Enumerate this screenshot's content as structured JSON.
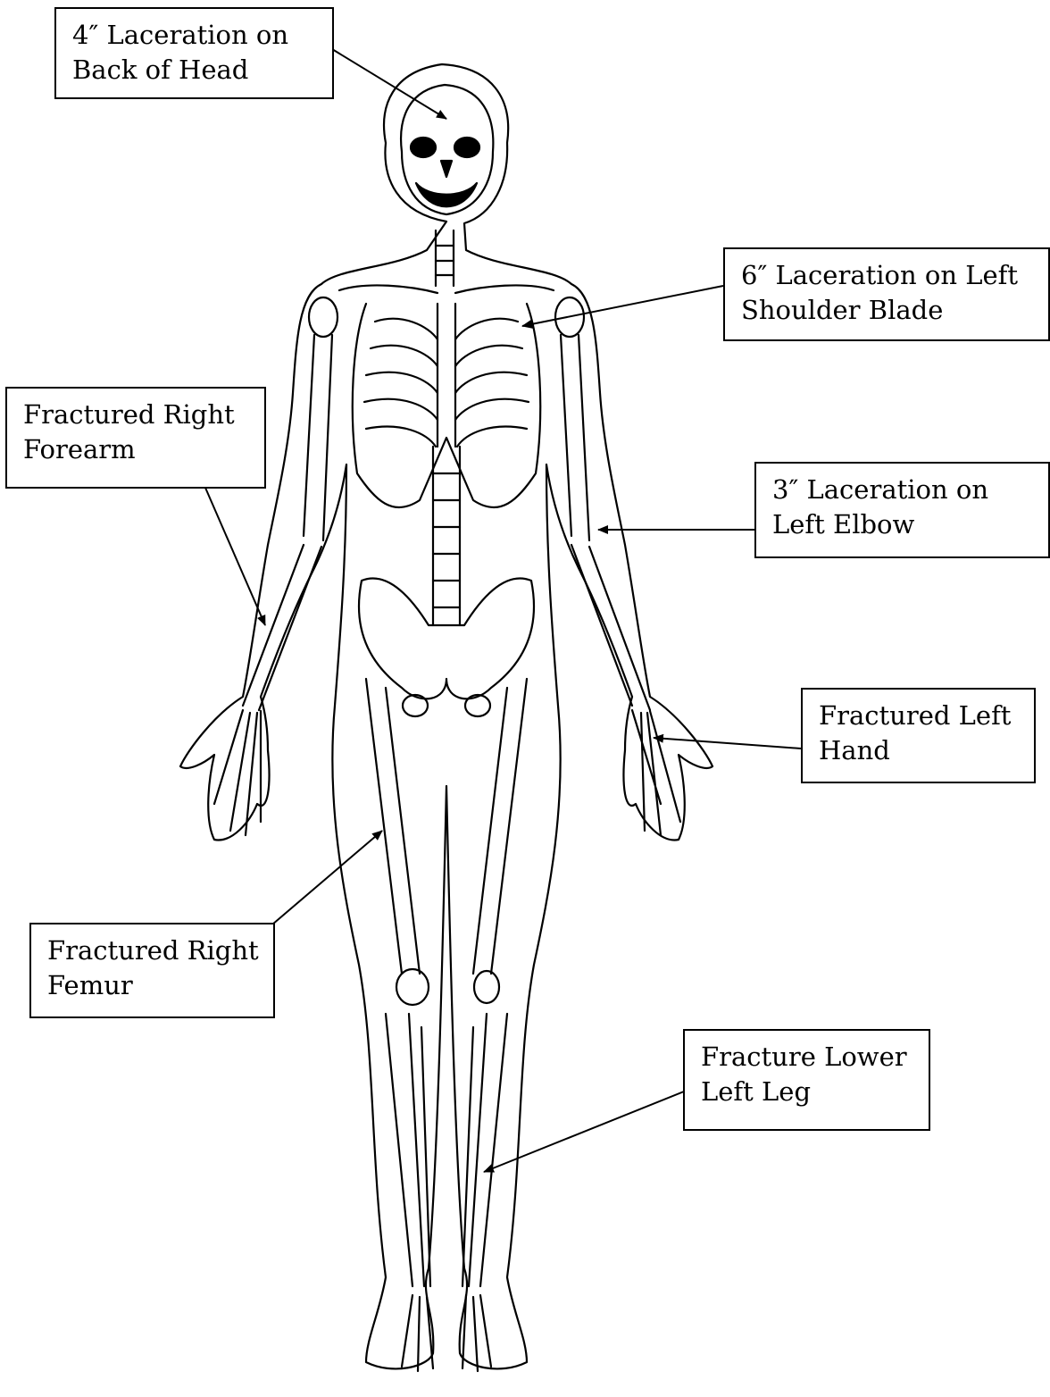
{
  "labels": {
    "head": {
      "line1": "4″ Laceration on",
      "line2": "Back of Head"
    },
    "shoulder": {
      "line1": "6″ Laceration on Left",
      "line2": "Shoulder Blade"
    },
    "forearm": {
      "line1": "Fractured Right",
      "line2": "Forearm"
    },
    "elbow": {
      "line1": " 3″ Laceration on",
      "line2": "Left Elbow"
    },
    "hand": {
      "line1": " Fractured Left",
      "line2": "Hand"
    },
    "femur": {
      "line1": "Fractured Right",
      "line2": "Femur"
    },
    "leg": {
      "line1": " Fracture Lower",
      "line2": "Left Leg"
    }
  }
}
